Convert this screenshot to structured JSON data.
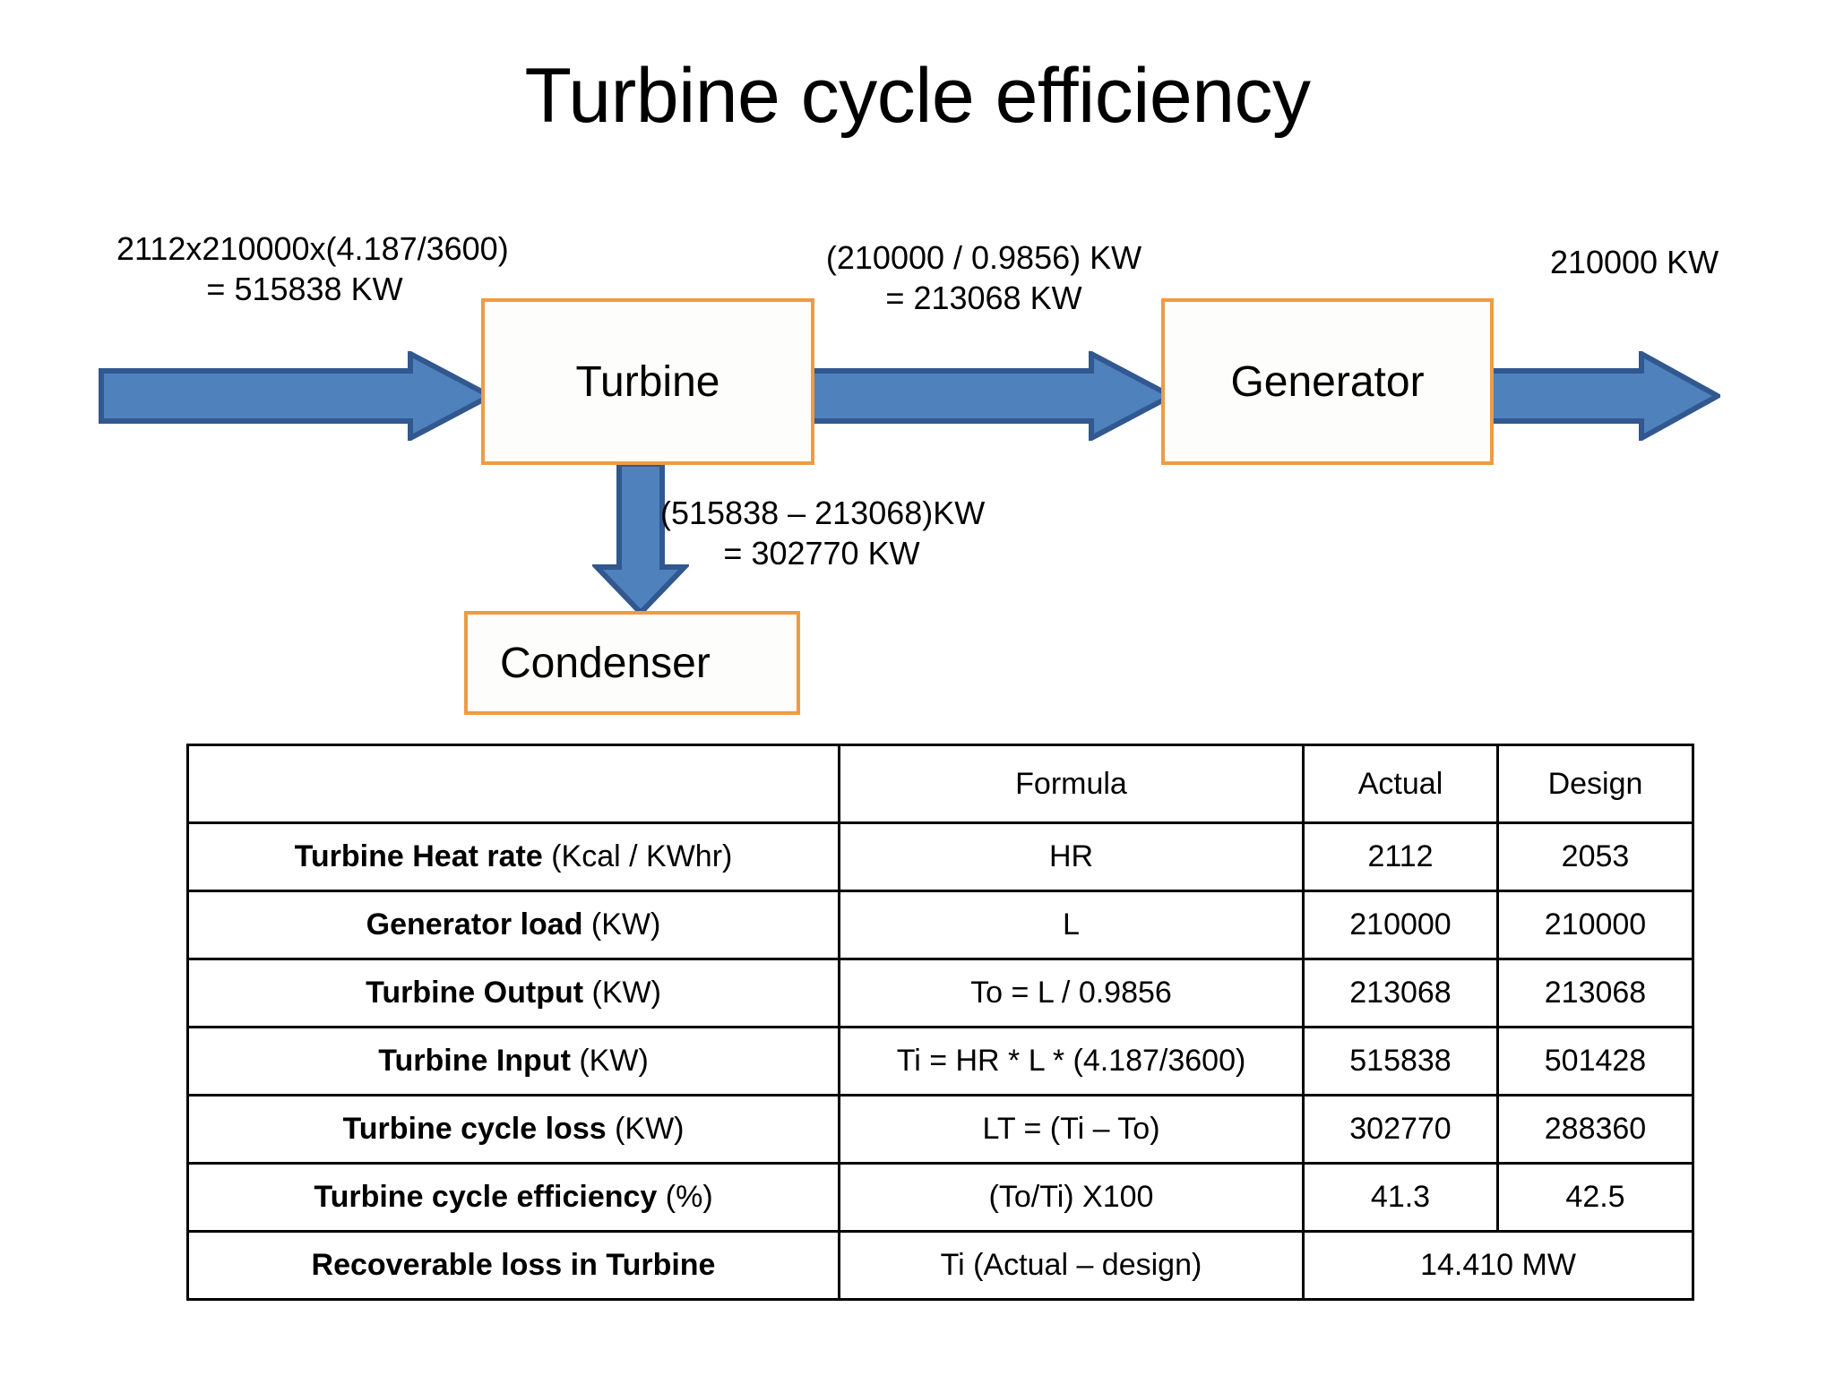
{
  "slide": {
    "title": "Turbine cycle efficiency"
  },
  "diagram": {
    "boxes": {
      "turbine": "Turbine",
      "generator": "Generator",
      "condenser": "Condenser"
    },
    "annotations": {
      "inlet": "2112x210000x(4.187/3600)\n= 515838 KW",
      "turbine_to_generator": "(210000 / 0.9856) KW\n= 213068 KW",
      "outlet": "210000 KW",
      "condenser": "(515838 – 213068)KW\n= 302770 KW"
    },
    "colors": {
      "box_border": "#ED9C44",
      "arrow_fill": "#4F81BD",
      "arrow_stroke": "#31588F"
    }
  },
  "table": {
    "headers": [
      "",
      "Formula",
      "Actual",
      "Design"
    ],
    "rows": [
      {
        "label_main": "Turbine Heat rate",
        "label_unit": " (Kcal / KWhr)",
        "formula": "HR",
        "actual": "2112",
        "design": "2053"
      },
      {
        "label_main": "Generator load",
        "label_unit": " (KW)",
        "formula": "L",
        "actual": "210000",
        "design": "210000"
      },
      {
        "label_main": "Turbine Output",
        "label_unit": " (KW)",
        "formula": "To = L / 0.9856",
        "actual": "213068",
        "design": "213068"
      },
      {
        "label_main": "Turbine Input",
        "label_unit": " (KW)",
        "formula": "Ti = HR * L * (4.187/3600)",
        "actual": "515838",
        "design": "501428"
      },
      {
        "label_main": "Turbine cycle loss",
        "label_unit": " (KW)",
        "formula": "LT = (Ti – To)",
        "actual": "302770",
        "design": "288360"
      },
      {
        "label_main": "Turbine cycle efficiency",
        "label_unit": " (%)",
        "formula": "(To/Ti) X100",
        "actual": "41.3",
        "design": "42.5"
      }
    ],
    "final_row": {
      "label_main": "Recoverable loss in Turbine",
      "label_unit": "",
      "formula": "Ti (Actual – design)",
      "merged_value": "14.410 MW"
    }
  }
}
